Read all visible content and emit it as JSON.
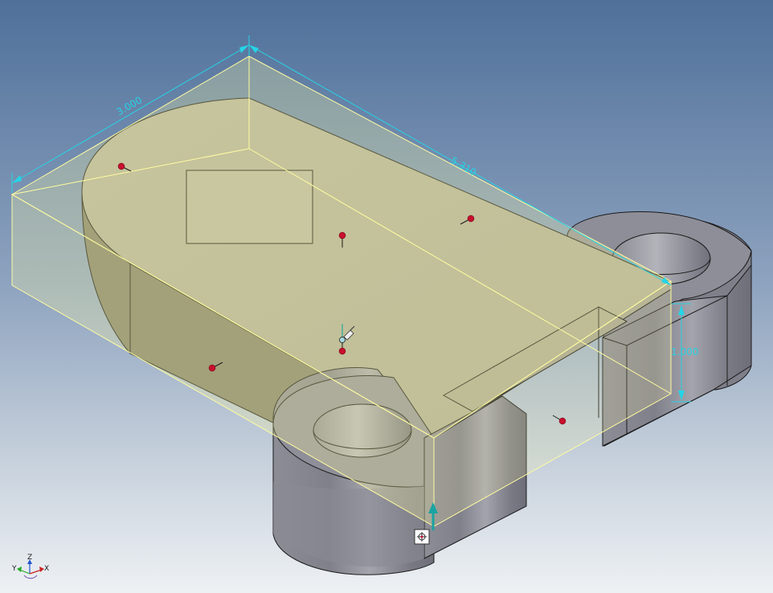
{
  "viewport": {
    "background_top": "#4f709a",
    "background_bottom": "#eef1f4"
  },
  "dimensions": {
    "width_label": "3.000",
    "length_label": "5.310",
    "height_label": "1.000",
    "color": "#25d4e6"
  },
  "colors": {
    "bounding_box": "#fffca0",
    "part_body": "#8c8c96",
    "edge": "#1a1a1a",
    "handle": "#c8102e",
    "arrow": "#1aa3a3"
  },
  "triad": {
    "z_label": "Z",
    "y_label": "Y",
    "x_label": "X"
  },
  "icons": {
    "pushpin": "pushpin-icon",
    "anchor": "anchor-icon",
    "axis": "axis-triad-icon"
  }
}
